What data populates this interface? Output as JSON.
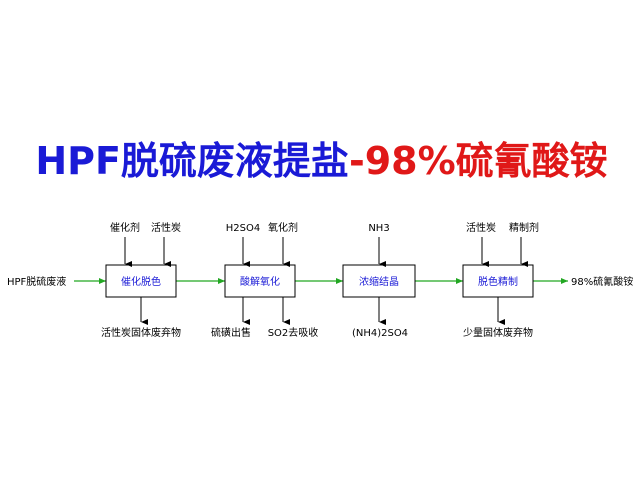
{
  "title": {
    "part1": "HPF脱硫废液提盐",
    "part2": "-98%硫氰酸铵",
    "colors": {
      "part1": "#1a1ad6",
      "part2": "#e01818"
    }
  },
  "flow": {
    "input": "HPF脱硫废液",
    "output": "98%硫氰酸铵",
    "steps": [
      {
        "name": "催化脱色",
        "inputs": [
          "催化剂",
          "活性炭"
        ],
        "outputs": [
          "活性炭固体废弃物"
        ]
      },
      {
        "name": "酸解氧化",
        "inputs": [
          "H2SO4",
          "氧化剂"
        ],
        "outputs": [
          "硫磺出售",
          "SO2去吸收"
        ]
      },
      {
        "name": "浓缩结晶",
        "inputs": [
          "NH3"
        ],
        "outputs": [
          "(NH4)2SO4"
        ]
      },
      {
        "name": "脱色精制",
        "inputs": [
          "活性炭",
          "精制剂"
        ],
        "outputs": [
          "少量固体废弃物"
        ]
      }
    ],
    "colors": {
      "main_arrow": "#22a722",
      "side_arrow": "#000000",
      "box_text": "#1a1ad6",
      "box_border": "#000000"
    }
  }
}
